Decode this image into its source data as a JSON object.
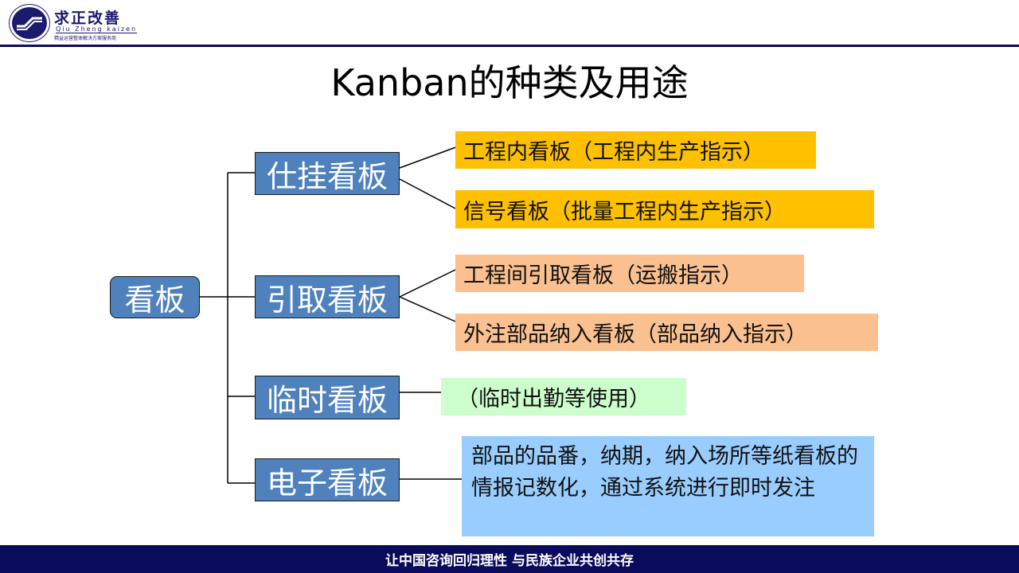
{
  "logo": {
    "name_cn": "求正改善",
    "name_en": "Qiu Zheng kaizen",
    "tagline": "精益运营整体解决方案服务商"
  },
  "title": "Kanban的种类及用途",
  "root": "看板",
  "categories": [
    {
      "label": "仕挂看板",
      "items": [
        "工程内看板（工程内生产指示）",
        "信号看板（批量工程内生产指示）"
      ]
    },
    {
      "label": "引取看板",
      "items": [
        "工程间引取看板（运搬指示）",
        "外注部品纳入看板（部品纳入指示）"
      ]
    },
    {
      "label": "临时看板",
      "items": [
        "（临时出勤等使用）"
      ]
    },
    {
      "label": "电子看板",
      "items": [
        "部品的品番，纳期，纳入场所等纸看板的情报记数化，通过系统进行即时发注"
      ]
    }
  ],
  "colors": {
    "node": "#4f81bd",
    "yellow": "#ffc000",
    "peach": "#fac090",
    "green": "#ccffcc",
    "blue": "#99ccff",
    "navy": "#0b0b5c"
  },
  "footer": "让中国咨询回归理性  与民族企业共创共存"
}
